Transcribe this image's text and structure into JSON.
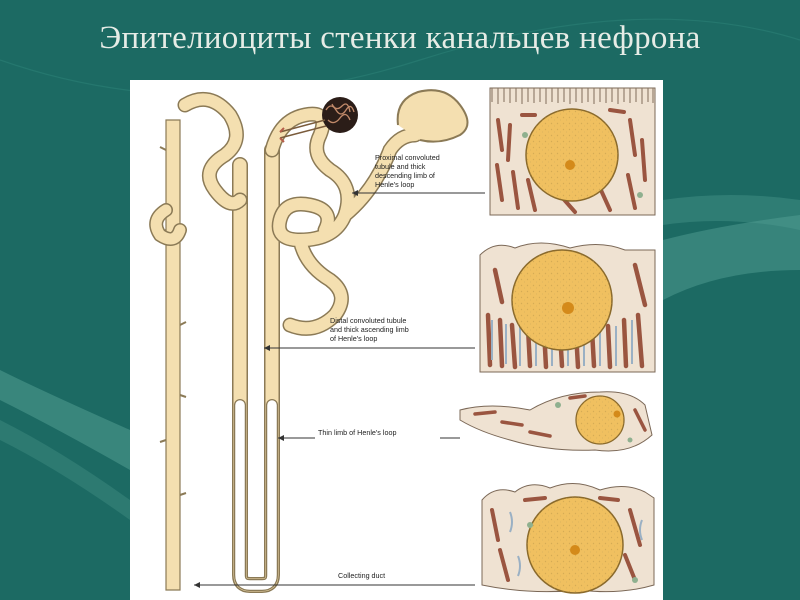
{
  "title": "Эпителиоциты стенки канальцев нефрона",
  "colors": {
    "background": "#1c6a63",
    "title_text": "#e6ece6",
    "tubule_fill": "#f4dfb0",
    "tubule_stroke": "#8b7a56",
    "nucleus": "#f0c060",
    "mitochondria": "#9a5540",
    "arrow": "#333333"
  },
  "figure": {
    "labels": {
      "proximal": [
        "Proximal convoluted",
        "tubule and thick",
        "descending limb of",
        "Henle's loop"
      ],
      "distal": [
        "Distal convoluted tubule",
        "and thick ascending limb",
        "of Henle's loop"
      ],
      "thin": [
        "Thin limb of Henle's loop"
      ],
      "collecting": [
        "Collecting duct"
      ]
    }
  }
}
